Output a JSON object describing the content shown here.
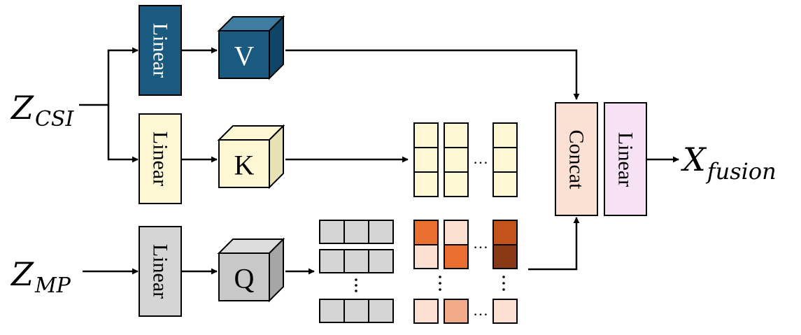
{
  "inputs": {
    "csi": {
      "main": "Z",
      "sub": "CSI"
    },
    "mp": {
      "main": "Z",
      "sub": "MP"
    }
  },
  "output": {
    "main": "X",
    "sub": "fusion"
  },
  "blocks": {
    "linear_v": "Linear",
    "linear_k": "Linear",
    "linear_q": "Linear",
    "concat": "Concat",
    "linear_out": "Linear"
  },
  "cubes": {
    "v": "V",
    "k": "K",
    "q": "Q"
  },
  "ellipsis": "…",
  "colors": {
    "v_block": "#1a5a80",
    "v_cube_front": "#1a5a80",
    "v_cube_top": "#3f7ca1",
    "v_cube_side": "#0f4566",
    "k_block": "#fdf8d3",
    "k_cube_side": "#e7e2b6",
    "q_block": "#d5d5d5",
    "q_cube_front": "#c8c8c8",
    "q_cube_top": "#dddddd",
    "q_cube_side": "#a6a6a6",
    "concat": "#fbe1d3",
    "linear_out": "#f7e1f5",
    "attn_light": "#fce1d3",
    "attn_orange": "#e96e2f",
    "attn_peach": "#f1ab89",
    "attn_dark1": "#c3531a",
    "attn_dark2": "#873a15"
  }
}
